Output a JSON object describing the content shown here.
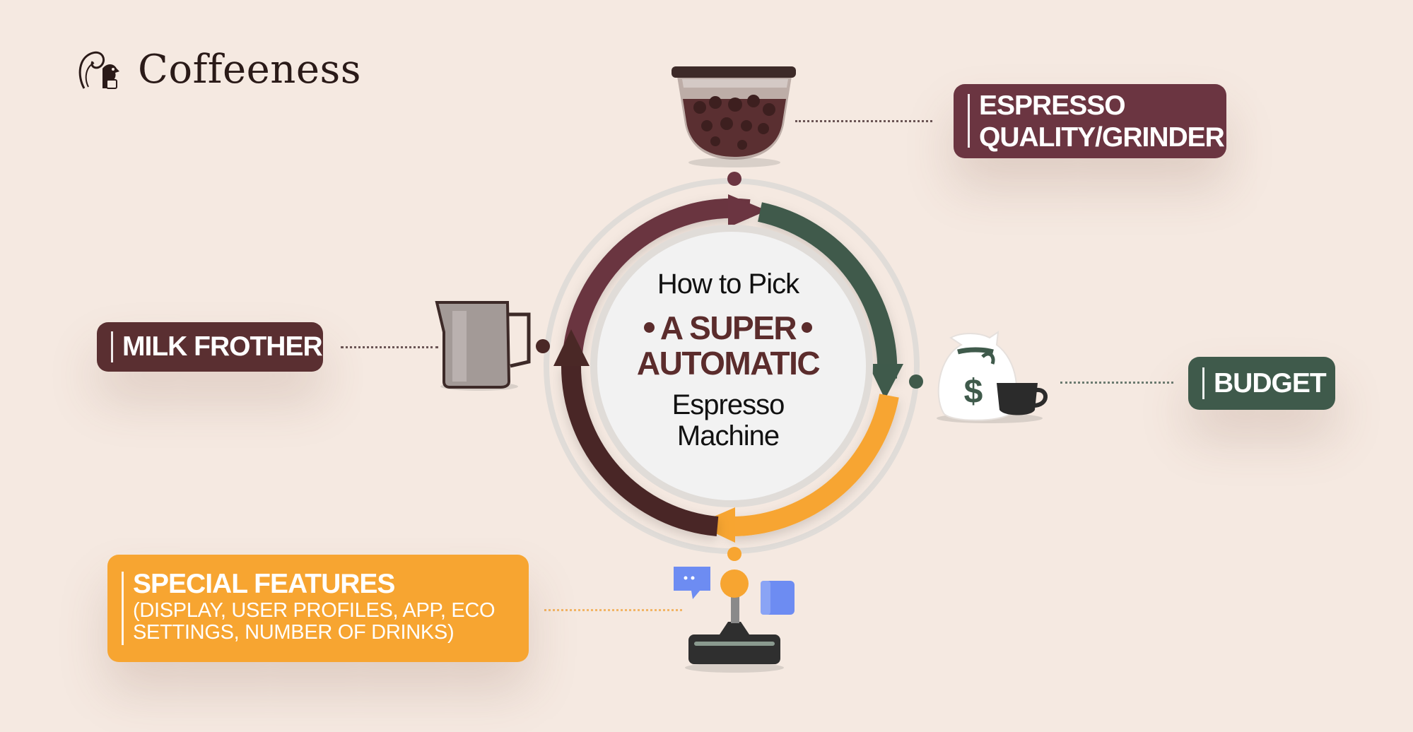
{
  "brand": {
    "name": "Coffeeness"
  },
  "center": {
    "line1": "How to Pick",
    "line2": "A SUPER",
    "line3": "AUTOMATIC",
    "line4": "Espresso",
    "line5": "Machine"
  },
  "labels": {
    "espresso": {
      "line1": "ESPRESSO",
      "line2": "QUALITY/GRINDER",
      "color": "#6b3541"
    },
    "milk": {
      "text": "MILK FROTHER",
      "color": "#5a2f31"
    },
    "budget": {
      "text": "BUDGET",
      "color": "#3f5a4b"
    },
    "special": {
      "title": "SPECIAL FEATURES",
      "sub1": "(DISPLAY, USER PROFILES, APP, ECO",
      "sub2": "SETTINGS, NUMBER OF DRINKS)",
      "color": "#f7a531"
    }
  },
  "icons": [
    "coffee-grinder-icon",
    "milk-pitcher-icon",
    "money-bag-icon",
    "coffee-cup-icon",
    "joystick-icon",
    "chat-bubble-icon",
    "squirrel-logo-icon"
  ],
  "arc_colors": {
    "maroon": "#6b3541",
    "green": "#3f5a4b",
    "orange": "#f7a531",
    "brown": "#4a2826"
  }
}
